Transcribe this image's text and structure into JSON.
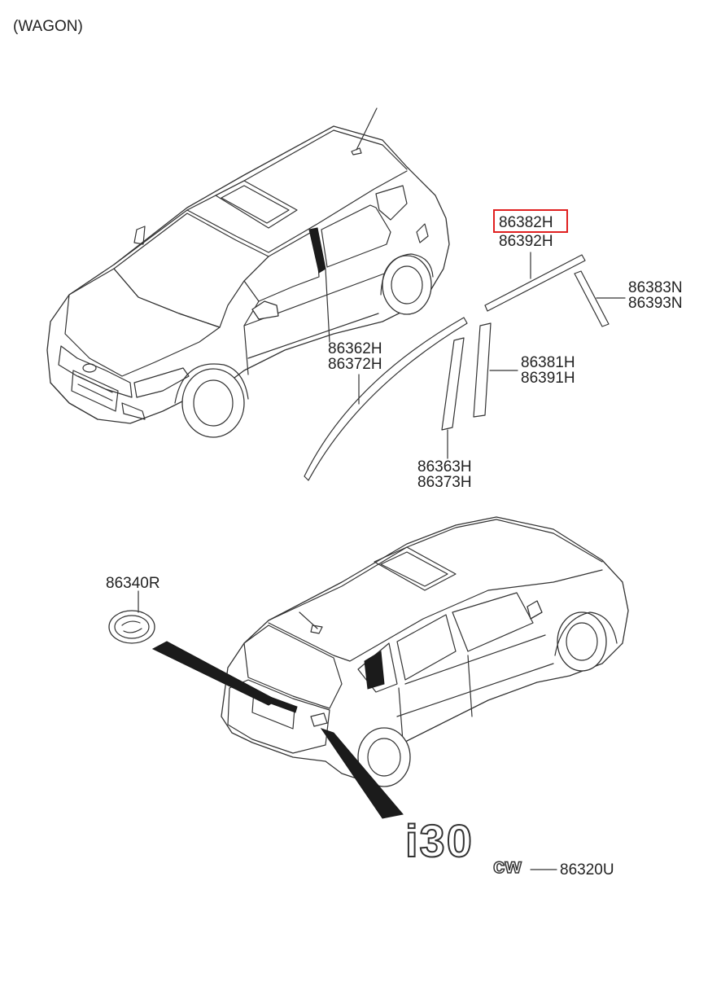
{
  "diagram": {
    "header_label": "(WAGON)",
    "highlighted_part": "86382H",
    "callouts": {
      "roof_upper": [
        "86382H",
        "86392H"
      ],
      "rear_vertical": [
        "86383N",
        "86393N"
      ],
      "belt_line": [
        "86362H",
        "86372H"
      ],
      "b_pillar_rear": [
        "86381H",
        "86391H"
      ],
      "b_pillar_front": [
        "86363H",
        "86373H"
      ],
      "front_emblem": [
        "86340R"
      ],
      "rear_badge": [
        "86320U"
      ]
    },
    "badge_text": {
      "model": "i30",
      "suffix": "cw"
    },
    "colors": {
      "line": "#333333",
      "highlight_box": "#e02020",
      "background": "#ffffff"
    }
  }
}
